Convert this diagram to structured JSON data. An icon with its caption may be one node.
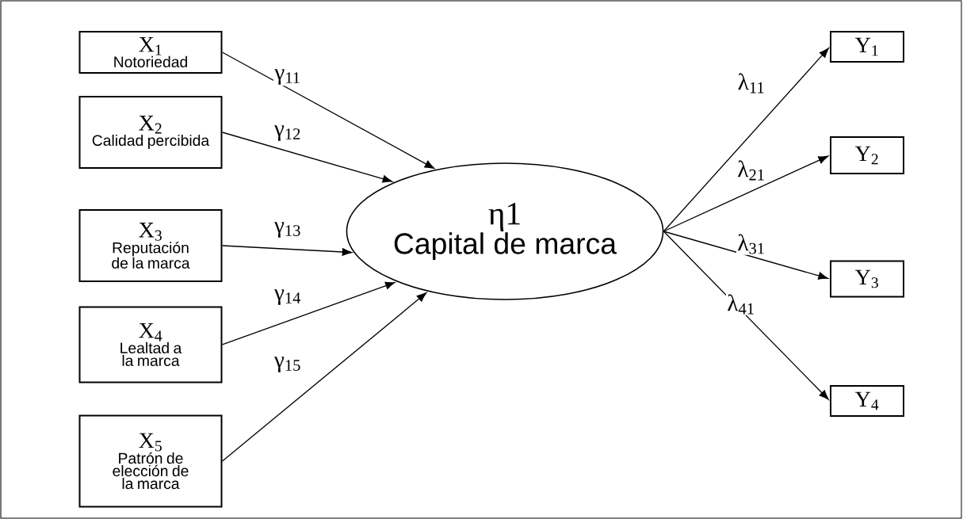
{
  "diagram": {
    "nodes": [
      {
        "text": [
          "X$_{1}$",
          "Notoriedad"
        ]
      },
      {
        "text": [
          "X$_{2}$",
          "Calidad percibida"
        ]
      },
      {
        "text": [
          "X$_{3}$",
          "Reputación de la marca"
        ]
      },
      {
        "text": [
          "X$_{4}$",
          "Lealtad a la marca"
        ]
      },
      {
        "text": [
          "X$_{5}$",
          "Patrón de elección de la marca"
        ]
      },
      {
        "text": [
          "η1",
          "Capital de marca"
        ]
      },
      {
        "text": [
          "Y$_{1}$"
        ]
      },
      {
        "text": [
          "Y$_{2}$"
        ]
      },
      {
        "text": [
          "Y$_{3}$"
        ]
      },
      {
        "text": [
          "Y$_{4}$"
        ]
      }
    ],
    "edges": [
      {
        "from": 0,
        "to": 5,
        "arrow": "to",
        "label": "γ$_{11}$"
      },
      {
        "from": 1,
        "to": 5,
        "arrow": "to",
        "label": "γ$_{12}$"
      },
      {
        "from": 2,
        "to": 5,
        "arrow": "to",
        "label": "γ$_{13}$"
      },
      {
        "from": 3,
        "to": 5,
        "arrow": "to",
        "label": "γ$_{14}$"
      },
      {
        "from": 4,
        "to": 5,
        "arrow": "to",
        "label": "γ$_{15}$"
      },
      {
        "from": 5,
        "to": 6,
        "arrow": "to",
        "label": "λ$_{11}$"
      },
      {
        "from": 5,
        "to": 7,
        "arrow": "to",
        "label": "λ$_{21}$"
      },
      {
        "from": 5,
        "to": 8,
        "arrow": "to",
        "label": "λ$_{31}$"
      },
      {
        "from": 5,
        "to": 9,
        "arrow": "to",
        "label": "λ$_{41}$"
      }
    ]
  }
}
